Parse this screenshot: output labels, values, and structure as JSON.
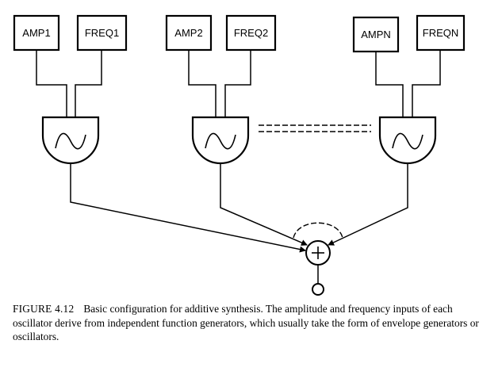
{
  "generators": {
    "amp1": "AMP1",
    "freq1": "FREQ1",
    "amp2": "AMP2",
    "freq2": "FREQ2",
    "ampn": "AMPN",
    "freqn": "FREQN"
  },
  "caption": {
    "label": "FIGURE 4.12",
    "text": "Basic configuration for additive synthesis. The amplitude and frequency inputs of each oscillator derive from independent function generators, which usually take the form of envelope generators or oscillators."
  }
}
